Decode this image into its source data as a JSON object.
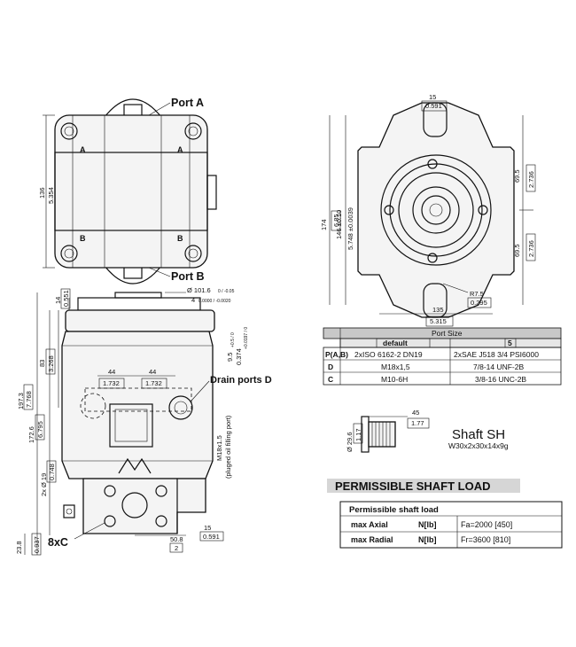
{
  "labels": {
    "port_a": "Port A",
    "port_b": "Port B",
    "drain": "Drain ports D",
    "eight_c": "8xC",
    "shaft_title": "Shaft SH",
    "shaft_spec": "W30x2x30x14x9g",
    "filling": "(pluged oil filling port)",
    "letter_a": "A",
    "letter_b": "B"
  },
  "dims": {
    "top_136": "136",
    "top_5354": "5.354",
    "d14": "14",
    "d0551": "0.551",
    "d1016": "Ø 101.6",
    "d1016_tol": "0 / -0.05",
    "d4": "4",
    "d4_tol": "0.0000 / -0.0020",
    "d83": "83",
    "d3268": "3.268",
    "d1973": "197.3",
    "d7768": "7.768",
    "d1726": "172.6",
    "d6795": "6.795",
    "d2x19": "2x Ø 19",
    "d0748": "0.748",
    "d238": "23.8",
    "d0937": "0.937",
    "d44": "44",
    "d1732": "1.732",
    "d95": "9.5",
    "d95_tol": "+0.5 / 0",
    "d0374": "0.374",
    "d0374_tol": "+0.0197 / 0",
    "m18": "M18x1.5",
    "d508": "50.8",
    "d2": "2",
    "d15": "15",
    "d0591": "0.591",
    "d146": "146 ±0.10",
    "d5748": "5.748 ±0.0039",
    "d174": "174",
    "d685": "6.85",
    "d695": "69.5",
    "d2736": "2.736",
    "r75": "R7.5",
    "d0295": "0.295",
    "d135": "135",
    "d5315": "5.315",
    "d296": "Ø 29.6",
    "d117": "1.17",
    "d45": "45",
    "d177": "1.77"
  },
  "port_table": {
    "title": "Port Size",
    "col_default": "default",
    "col_5": "5",
    "rows": [
      {
        "key": "P(A,B)",
        "default": "2xISO 6162-2 DN19",
        "alt": "2xSAE J518 3/4 PSI6000"
      },
      {
        "key": "D",
        "default": "M18x1,5",
        "alt": "7/8-14 UNF-2B"
      },
      {
        "key": "C",
        "default": "M10-6H",
        "alt": "3/8-16 UNC-2B"
      }
    ]
  },
  "load": {
    "banner": "PERMISSIBLE SHAFT LOAD",
    "header": "Permissible shaft load",
    "rows": [
      {
        "name": "max Axial",
        "unit": "N[lb]",
        "value": "Fa=2000 [450]"
      },
      {
        "name": "max Radial",
        "unit": "N[lb]",
        "value": "Fr=3600 [810]"
      }
    ]
  },
  "colors": {
    "line": "#111111",
    "banner": "#d6d6d6",
    "table_header": "#c8c8c8"
  }
}
